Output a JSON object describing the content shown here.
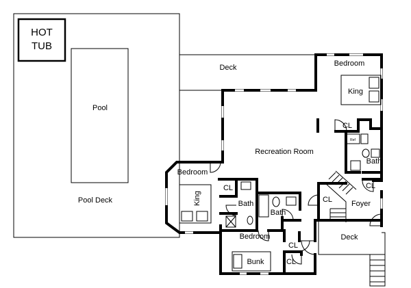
{
  "labels": {
    "hot_tub_line1": "HOT",
    "hot_tub_line2": "TUB",
    "pool": "Pool",
    "pool_deck": "Pool Deck",
    "deck_top": "Deck",
    "bedroom_ne": "Bedroom",
    "king_ne": "King",
    "cl_ne": "CL",
    "ref": "Ref",
    "bath_east": "Bath",
    "cl_east": "CL",
    "recreation_room": "Recreation Room",
    "bedroom_w": "Bedroom",
    "king_w": "King",
    "cl_w": "CL",
    "bath_w": "Bath",
    "bath_mid": "Bath",
    "cl_stair": "CL",
    "foyer": "Foyer",
    "deck_bottom": "Deck",
    "bedroom_s": "Bedroom",
    "bunk": "Bunk",
    "cl_s1": "CL",
    "cl_s2": "CL"
  },
  "colors": {
    "wall": "#000000",
    "background": "#ffffff"
  }
}
